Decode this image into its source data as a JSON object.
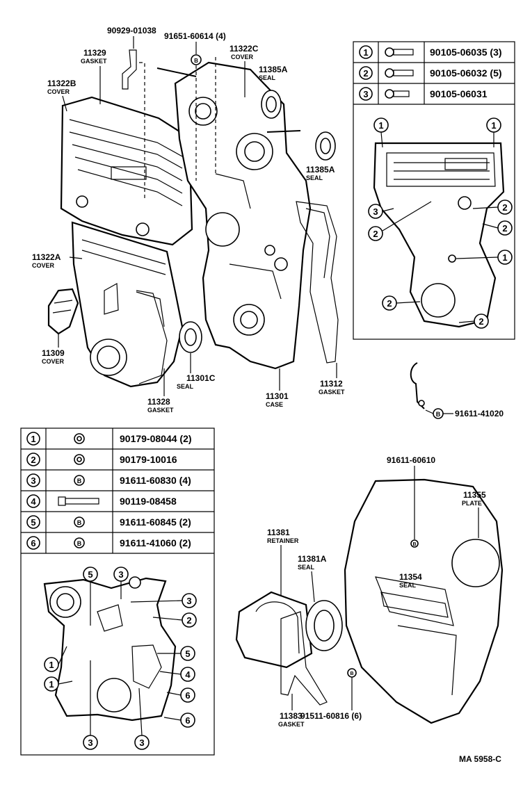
{
  "top_labels": [
    {
      "id": "90929-01038",
      "pn": "90929-01038",
      "sub": ""
    },
    {
      "id": "91651-60614",
      "pn": "91651-60614 (4)",
      "sub": ""
    },
    {
      "id": "11329",
      "pn": "11329",
      "sub": "GASKET"
    },
    {
      "id": "11322C",
      "pn": "11322C",
      "sub": "COVER"
    },
    {
      "id": "11322B",
      "pn": "11322B",
      "sub": "COVER"
    },
    {
      "id": "11385A-1",
      "pn": "11385A",
      "sub": "SEAL"
    },
    {
      "id": "11385A-2",
      "pn": "11385A",
      "sub": "SEAL"
    },
    {
      "id": "11322A",
      "pn": "11322A",
      "sub": "COVER"
    },
    {
      "id": "11309",
      "pn": "11309",
      "sub": "COVER"
    },
    {
      "id": "11301C",
      "pn": "11301C",
      "sub": "SEAL"
    },
    {
      "id": "11328",
      "pn": "11328",
      "sub": "GASKET"
    },
    {
      "id": "11301",
      "pn": "11301",
      "sub": "CASE"
    },
    {
      "id": "11312",
      "pn": "11312",
      "sub": "GASKET"
    },
    {
      "id": "91611-41020",
      "pn": "91611-41020",
      "sub": ""
    }
  ],
  "bottom_labels": [
    {
      "id": "91611-60610",
      "pn": "91611-60610",
      "sub": ""
    },
    {
      "id": "11355",
      "pn": "11355",
      "sub": "PLATE"
    },
    {
      "id": "11381",
      "pn": "11381",
      "sub": "RETAINER"
    },
    {
      "id": "11381A",
      "pn": "11381A",
      "sub": "SEAL"
    },
    {
      "id": "11354",
      "pn": "11354",
      "sub": "SEAL"
    },
    {
      "id": "11383",
      "pn": "11383",
      "sub": "GASKET"
    },
    {
      "id": "91511-60816",
      "pn": "91511-60816 (6)",
      "sub": ""
    }
  ],
  "table_top": [
    {
      "num": "1",
      "part": "90105-06035 (3)"
    },
    {
      "num": "2",
      "part": "90105-06032 (5)"
    },
    {
      "num": "3",
      "part": "90105-06031"
    }
  ],
  "table_bottom": [
    {
      "num": "1",
      "part": "90179-08044 (2)"
    },
    {
      "num": "2",
      "part": "90179-10016"
    },
    {
      "num": "3",
      "part": "91611-60830 (4)"
    },
    {
      "num": "4",
      "part": "90119-08458"
    },
    {
      "num": "5",
      "part": "91611-60845 (2)"
    },
    {
      "num": "6",
      "part": "91611-41060 (2)"
    }
  ],
  "top_inset_callouts": [
    "1",
    "1",
    "3",
    "2",
    "2",
    "2",
    "1",
    "2",
    "2"
  ],
  "bottom_inset_callouts": [
    "5",
    "3",
    "3",
    "2",
    "1",
    "1",
    "5",
    "4",
    "6",
    "6",
    "3",
    "3"
  ],
  "hook_marker": "B",
  "footer_code": "MA  5958-C"
}
